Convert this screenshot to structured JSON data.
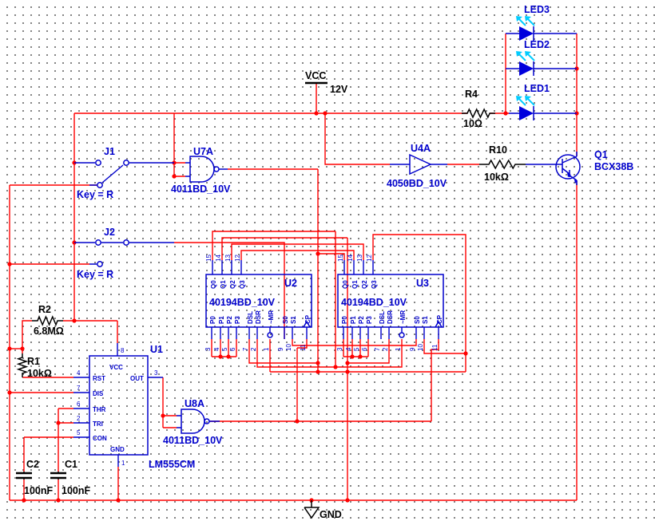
{
  "colors": {
    "wire": "#ff0000",
    "component": "#0000cc",
    "passive": "#000000",
    "led_emission": "#00ccff",
    "background": "#ffffff",
    "grid_dot": "#5a5a5a"
  },
  "power": {
    "vcc": "VCC",
    "vcc_value": "12V",
    "gnd": "GND"
  },
  "parts": {
    "led1": {
      "ref": "LED1"
    },
    "led2": {
      "ref": "LED2"
    },
    "led3": {
      "ref": "LED3"
    },
    "r1": {
      "ref": "R1",
      "value": "10kΩ"
    },
    "r2": {
      "ref": "R2",
      "value": "6.8MΩ"
    },
    "r4": {
      "ref": "R4",
      "value": "10Ω"
    },
    "r10": {
      "ref": "R10",
      "value": "10kΩ"
    },
    "c1": {
      "ref": "C1",
      "value": "100nF"
    },
    "c2": {
      "ref": "C2",
      "value": "100nF"
    },
    "q1": {
      "ref": "Q1",
      "value": "BCX38B"
    },
    "j1": {
      "ref": "J1",
      "key": "Key = R"
    },
    "j2": {
      "ref": "J2",
      "key": "Key = R"
    },
    "u7a": {
      "ref": "U7A",
      "value": "4011BD_10V"
    },
    "u8a": {
      "ref": "U8A",
      "value": "4011BD_10V"
    },
    "u4a": {
      "ref": "U4A",
      "value": "4050BD_10V"
    },
    "u2": {
      "ref": "U2",
      "value": "40194BD_10V"
    },
    "u3": {
      "ref": "U3",
      "value": "40194BD_10V"
    },
    "u1": {
      "ref": "U1",
      "value": "LM555CM"
    }
  },
  "sr_pins": {
    "top": [
      {
        "name": "Q0",
        "num": "15"
      },
      {
        "name": "Q1",
        "num": "14"
      },
      {
        "name": "Q2",
        "num": "13"
      },
      {
        "name": "Q3",
        "num": "12"
      }
    ],
    "bottom": [
      {
        "name": "P0",
        "num": "3"
      },
      {
        "name": "P1",
        "num": "4"
      },
      {
        "name": "P2",
        "num": "5"
      },
      {
        "name": "P3",
        "num": "6"
      },
      {
        "name": "DSL",
        "num": "7"
      },
      {
        "name": "DSR",
        "num": "2"
      },
      {
        "name": "~MR",
        "num": "1"
      },
      {
        "name": "S0",
        "num": "9"
      },
      {
        "name": "S1",
        "num": "10"
      },
      {
        "name": "CP",
        "num": "11"
      }
    ]
  },
  "timer_pins": {
    "top": {
      "name": "VCC",
      "num": "8"
    },
    "left": [
      {
        "name": "RST",
        "num": "4"
      },
      {
        "name": "DIS",
        "num": "7"
      },
      {
        "name": "THR",
        "num": "6"
      },
      {
        "name": "TRI",
        "num": "2"
      },
      {
        "name": "CON",
        "num": "5"
      }
    ],
    "right": {
      "name": "OUT",
      "num": "3"
    },
    "bottom": {
      "name": "GND",
      "num": "1"
    }
  }
}
